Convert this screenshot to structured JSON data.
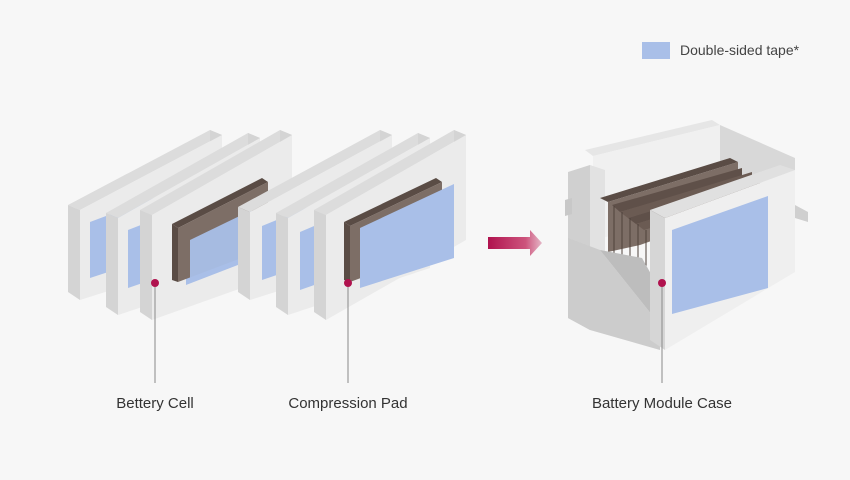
{
  "legend": {
    "label": "Double-sided tape*"
  },
  "labels": {
    "battery_cell": "Bettery Cell",
    "compression_pad": "Compression Pad",
    "module_case": "Battery Module Case"
  },
  "colors": {
    "background": "#f7f7f7",
    "cell_face": "#ebebeb",
    "cell_side": "#d4d4d4",
    "cell_top": "#dcdcdc",
    "tape": "#a9bfe8",
    "pad_face": "#7d6e66",
    "pad_side": "#5a4c45",
    "marker": "#b0124e",
    "arrow": "#b0124e",
    "leader_line": "#8a8a8a"
  }
}
